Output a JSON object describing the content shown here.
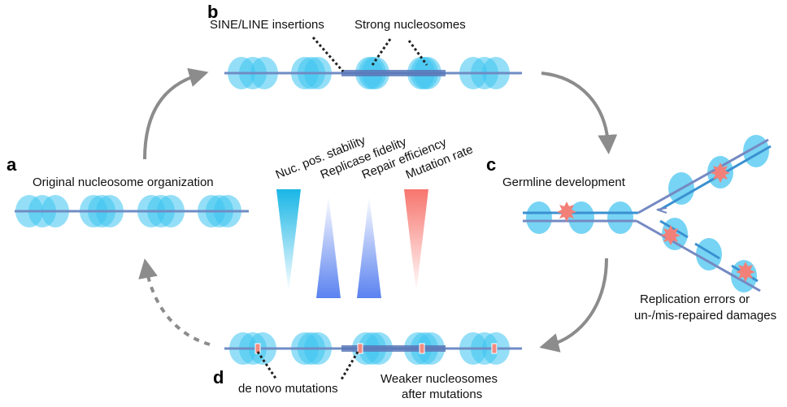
{
  "panels": {
    "a": {
      "letter": "a",
      "title": "Original nucleosome organization"
    },
    "b": {
      "letter": "b",
      "sine_label": "SINE/LINE insertions",
      "strong_label": "Strong nucleosomes"
    },
    "c": {
      "letter": "c",
      "title": "Germline development",
      "caption_line1": "Replication errors or",
      "caption_line2": "un-/mis-repaired damages"
    },
    "d": {
      "letter": "d",
      "denovo_label": "de novo mutations",
      "weaker_line1": "Weaker nucleosomes",
      "weaker_line2": "after mutations"
    }
  },
  "gradients": [
    {
      "label": "Nuc. pos. stability",
      "direction": "decreasing",
      "color": "#1ab8e8"
    },
    {
      "label": "Replicase fidelity",
      "direction": "increasing",
      "color": "#5b84f0"
    },
    {
      "label": "Repair efficiency",
      "direction": "increasing",
      "color": "#5b84f0"
    },
    {
      "label": "Mutation rate",
      "direction": "decreasing",
      "color": "#f77f78"
    }
  ],
  "colors": {
    "nucleosome": "#3cc4f0",
    "dna": "#6f8cc4",
    "insertion": "#5a78b8",
    "mutation": "#f28a80",
    "arrow": "#8c8c8c"
  }
}
